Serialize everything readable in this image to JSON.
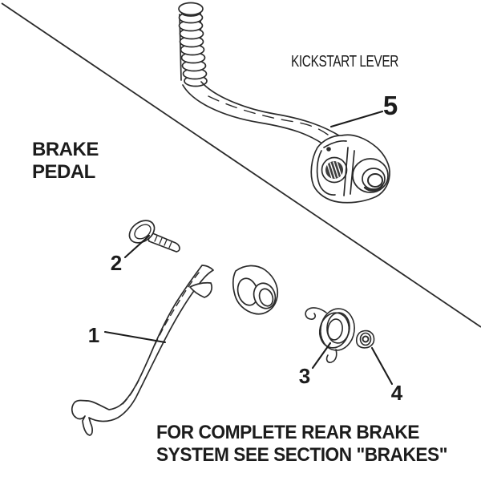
{
  "diagram": {
    "captions": {
      "kickstart": "KICKSTART LEVER",
      "brake_line1": "BRAKE",
      "brake_line2": "PEDAL"
    },
    "footer": {
      "line1": "FOR COMPLETE REAR BRAKE",
      "line2": "SYSTEM SEE SECTION \"BRAKES\""
    },
    "part_numbers": [
      "1",
      "2",
      "3",
      "4",
      "5"
    ],
    "colors": {
      "ink": "#2b2b2b",
      "background": "#ffffff"
    }
  }
}
